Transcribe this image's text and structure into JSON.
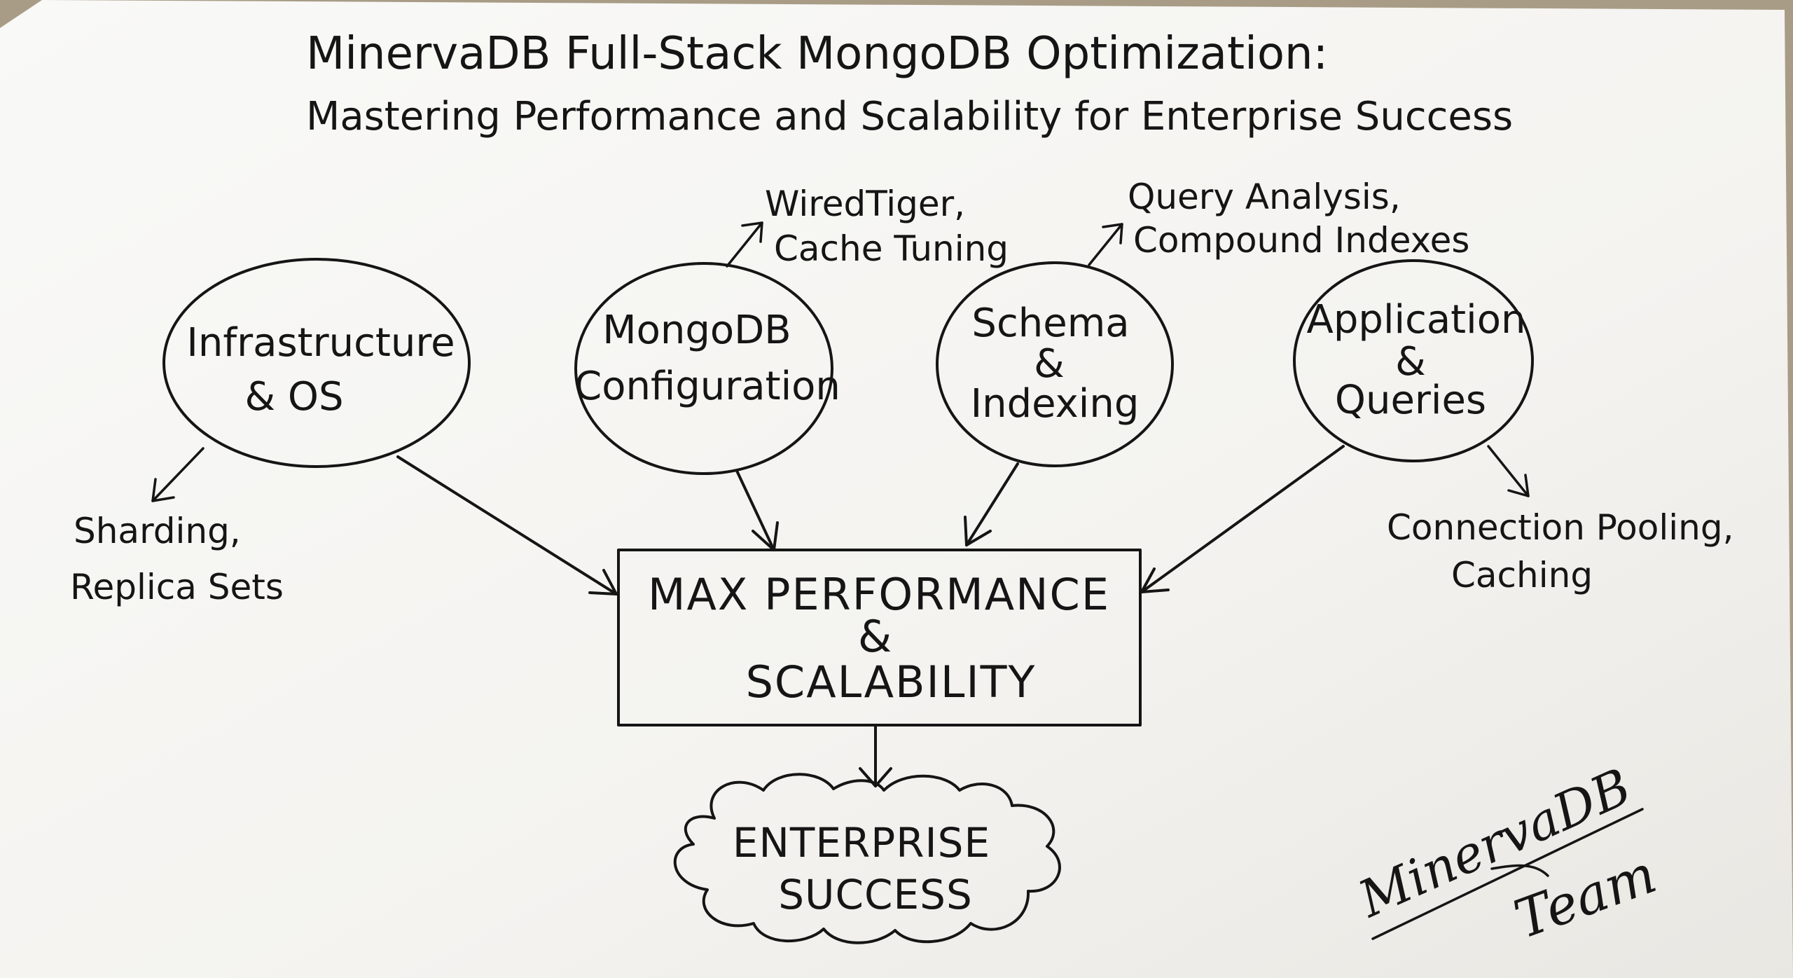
{
  "title": {
    "line1": "MinervaDB Full-Stack MongoDB Optimization:",
    "line2": "Mastering Performance and Scalability for Enterprise Success"
  },
  "nodes": [
    {
      "id": "infrastructure",
      "lines": [
        "Infrastructure",
        "& OS"
      ]
    },
    {
      "id": "mongodb-config",
      "lines": [
        "MongoDB",
        "Configuration"
      ]
    },
    {
      "id": "schema-indexing",
      "lines": [
        "Schema",
        "&",
        "Indexing"
      ]
    },
    {
      "id": "application-queries",
      "lines": [
        "Application",
        "&",
        "Queries"
      ]
    }
  ],
  "notes": {
    "infrastructure": [
      "Sharding,",
      "Replica Sets"
    ],
    "mongodb_config": [
      "WiredTiger,",
      "Cache Tuning"
    ],
    "schema_indexing": [
      "Query Analysis,",
      "Compound Indexes"
    ],
    "application_queries": [
      "Connection Pooling,",
      "Caching"
    ]
  },
  "center": {
    "lines": [
      "MAX PERFORMANCE",
      "&",
      "SCALABILITY"
    ]
  },
  "outcome": {
    "lines": [
      "ENTERPRISE",
      "SUCCESS"
    ]
  },
  "signature": {
    "line1": "MinervaDB",
    "line2": "Team"
  },
  "colors": {
    "paper": "#f7f6f3",
    "ink": "#151515",
    "background": "#a89c86"
  }
}
